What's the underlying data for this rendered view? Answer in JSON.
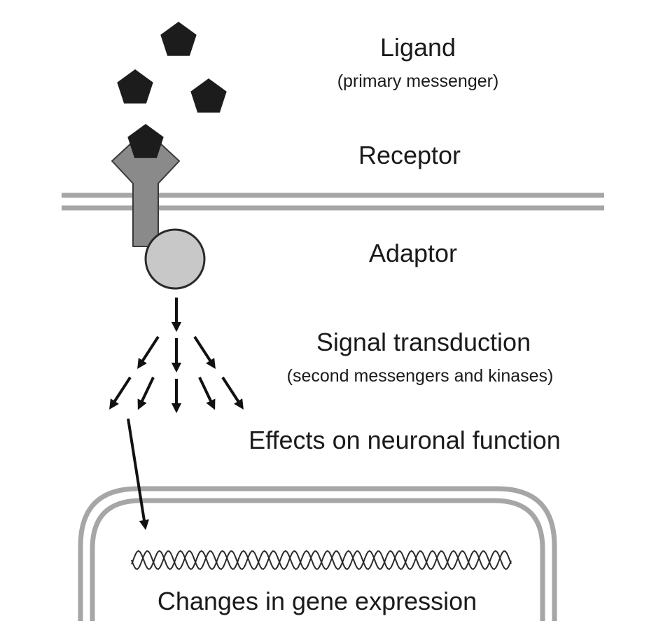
{
  "labels": {
    "ligand": "Ligand",
    "ligand_sub": "(primary messenger)",
    "receptor": "Receptor",
    "adaptor": "Adaptor",
    "signal": "Signal transduction",
    "signal_sub": "(second messengers and kinases)",
    "effects": "Effects on neuronal function",
    "gene": "Changes in gene expression"
  },
  "colors": {
    "ligand": "#1c1c1c",
    "receptor": "#8a8a8a",
    "adaptor": "#c8c8c8",
    "membrane": "#a6a6a6",
    "arrow": "#111111",
    "text": "#1a1a1a"
  },
  "icons": {
    "ligand": "pentagon",
    "receptor": "y-shape",
    "adaptor": "circle",
    "dna": "double-helix"
  }
}
